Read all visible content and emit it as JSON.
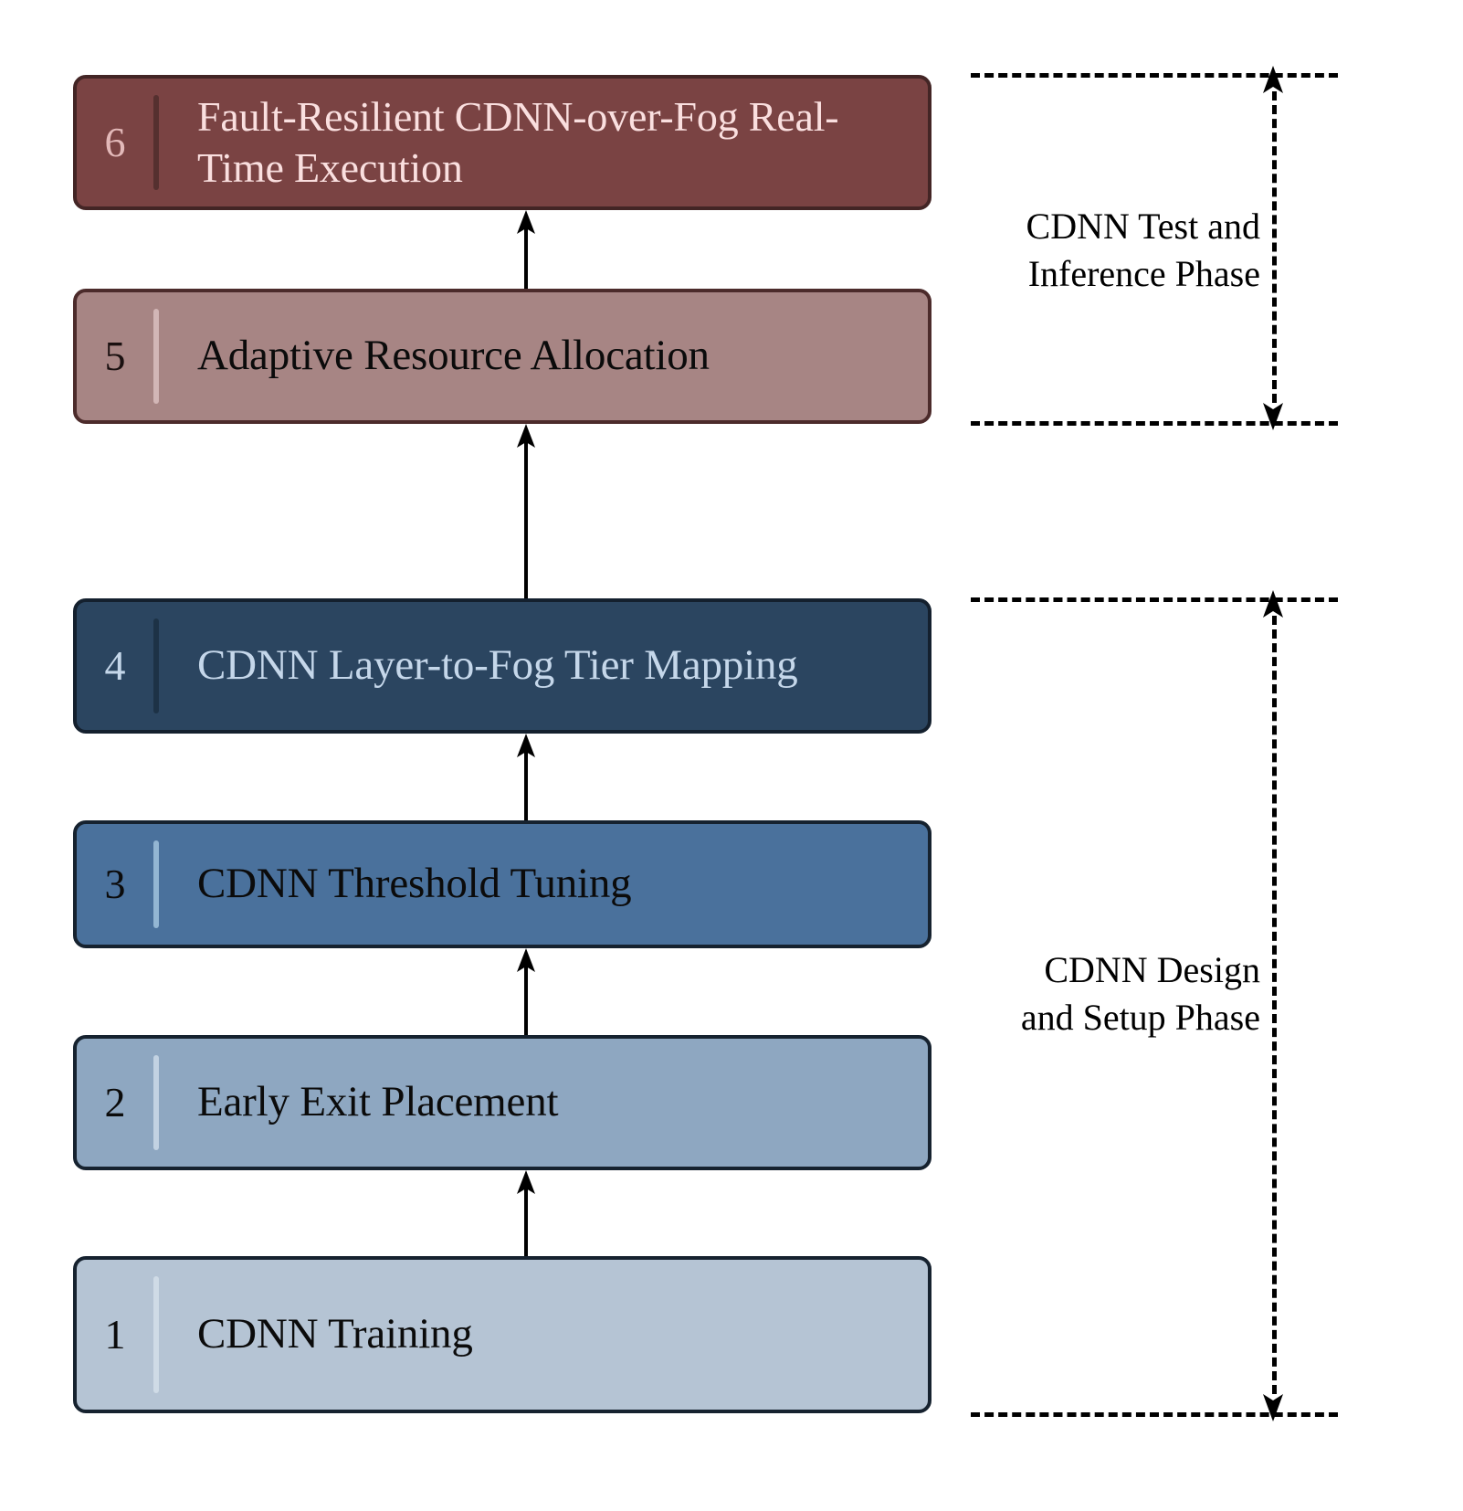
{
  "diagram": {
    "title": "CDNN-over-Fog methodology pipeline",
    "background": "#ffffff"
  },
  "stages": [
    {
      "number": "6",
      "label": "Fault-Resilient CDNN-over-Fog\nReal-Time Execution",
      "fill": "#7a4343",
      "border": "#432525",
      "text_color": "#fadfdf",
      "number_color": "#e3b9b9",
      "divider_color": "#55302f"
    },
    {
      "number": "5",
      "label": "Adaptive Resource Allocation",
      "fill": "#a78584",
      "border": "#4c2b2b",
      "text_color": "#0b0b0b",
      "number_color": "#1a1010",
      "divider_color": "#d2b6b6"
    },
    {
      "number": "4",
      "label": "CDNN Layer-to-Fog Tier Mapping",
      "fill": "#2b4560",
      "border": "#14202e",
      "text_color": "#c5d7ea",
      "number_color": "#c5d7ea",
      "divider_color": "#1d3246"
    },
    {
      "number": "3",
      "label": "CDNN Threshold Tuning",
      "fill": "#4a719c",
      "border": "#16222f",
      "text_color": "#0b0b0b",
      "number_color": "#0b0b0b",
      "divider_color": "#93b6d3"
    },
    {
      "number": "2",
      "label": "Early Exit Placement",
      "fill": "#8ea7c1",
      "border": "#16222f",
      "text_color": "#0b0b0b",
      "number_color": "#0b0b0b",
      "divider_color": "#c2d2e2"
    },
    {
      "number": "1",
      "label": "CDNN Training",
      "fill": "#b5c4d4",
      "border": "#16222f",
      "text_color": "#0b0b0b",
      "number_color": "#0b0b0b",
      "divider_color": "#cfdbe6"
    }
  ],
  "connectors": [
    {
      "from": "5",
      "to": "6",
      "direction": "up"
    },
    {
      "from": "4",
      "to": "5",
      "direction": "up"
    },
    {
      "from": "3",
      "to": "4",
      "direction": "up"
    },
    {
      "from": "2",
      "to": "3",
      "direction": "up"
    },
    {
      "from": "1",
      "to": "2",
      "direction": "up"
    }
  ],
  "phases": [
    {
      "id": "test",
      "label": "CDNN Test and\nInference Phase",
      "covers": [
        "5",
        "6"
      ],
      "line_style": "dashed",
      "line_color": "#000000"
    },
    {
      "id": "design",
      "label": "CDNN Design\nand Setup Phase",
      "covers": [
        "1",
        "2",
        "3",
        "4"
      ],
      "line_style": "dashed",
      "line_color": "#000000"
    }
  ]
}
